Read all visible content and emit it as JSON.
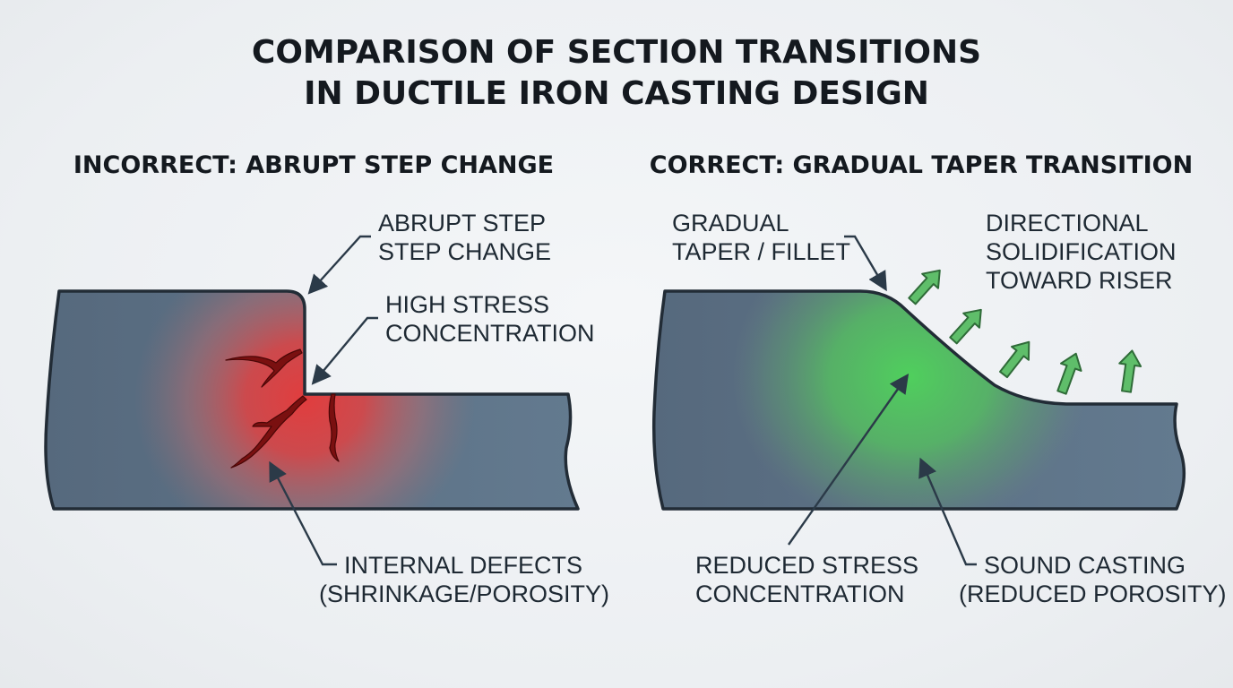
{
  "title": {
    "line1": "COMPARISON OF SECTION TRANSITIONS",
    "line2": "IN DUCTILE IRON CASTING DESIGN"
  },
  "incorrect": {
    "heading": "INCORRECT: ABRUPT STEP CHANGE",
    "callouts": {
      "step": {
        "line1": "ABRUPT STEP",
        "line2": "STEP CHANGE"
      },
      "stress": {
        "line1": "HIGH STRESS",
        "line2": "CONCENTRATION"
      },
      "defects": {
        "line1": "INTERNAL DEFECTS",
        "line2": "(SHRINKAGE/POROSITY)"
      }
    },
    "zone_color": "#e83a3a"
  },
  "correct": {
    "heading": "CORRECT: GRADUAL TAPER TRANSITION",
    "callouts": {
      "taper": {
        "line1": "GRADUAL",
        "line2": "TAPER / FILLET"
      },
      "solidification": {
        "line1": "DIRECTIONAL",
        "line2": "SOLIDIFICATION",
        "line3": "TOWARD RISER"
      },
      "stress": {
        "line1": "REDUCED STRESS",
        "line2": "CONCENTRATION"
      },
      "sound": {
        "line1": "SOUND CASTING",
        "line2": "(REDUCED POROSITY)"
      }
    },
    "zone_color": "#4fd15c"
  },
  "colors": {
    "casting": "#5c7085",
    "outline": "#222c36",
    "crack": "#7a1010",
    "arrow": "#5fbe6a"
  }
}
